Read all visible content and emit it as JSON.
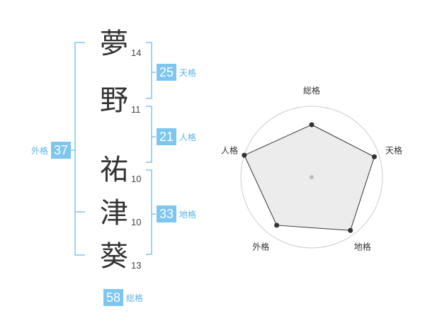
{
  "characters": [
    {
      "char": "夢",
      "strokes": "14"
    },
    {
      "char": "野",
      "strokes": "11"
    },
    {
      "char": "祐",
      "strokes": "10"
    },
    {
      "char": "津",
      "strokes": "10"
    },
    {
      "char": "葵",
      "strokes": "13"
    }
  ],
  "badges": {
    "tenkaku": {
      "value": "25",
      "label": "天格"
    },
    "jinkaku": {
      "value": "21",
      "label": "人格"
    },
    "chikaku": {
      "value": "33",
      "label": "地格"
    },
    "gaikaku": {
      "value": "37",
      "label": "外格"
    },
    "soukaku": {
      "value": "58",
      "label": "総格"
    }
  },
  "colors": {
    "accent": "#7cc6f0",
    "accent_text": "#5ab4e6",
    "bracket": "#7cc6f0"
  },
  "chart_data": {
    "type": "radar",
    "axes": [
      "総格",
      "天格",
      "地格",
      "外格",
      "人格"
    ],
    "values": [
      0.74,
      0.93,
      0.93,
      0.84,
      1.0
    ],
    "rings": 5
  }
}
